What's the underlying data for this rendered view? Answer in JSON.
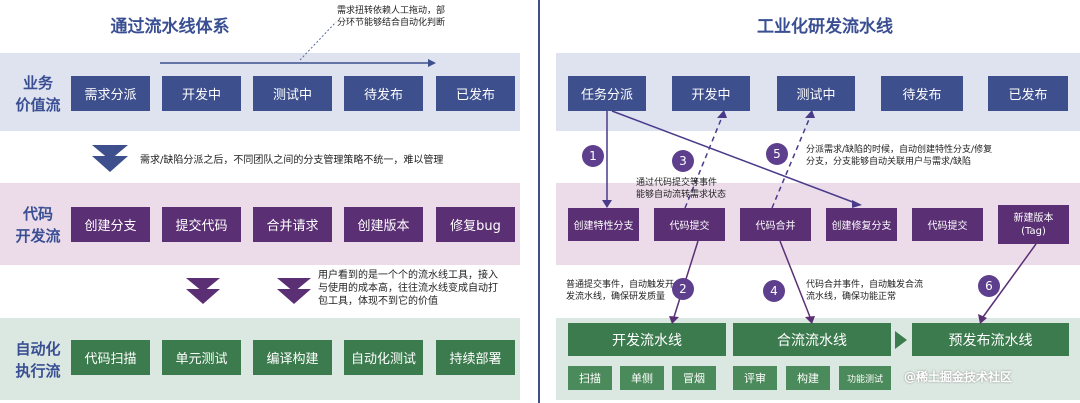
{
  "left": {
    "title": "通过流水线体系",
    "top_note_line1": "需求扭转依赖人工拖动，部",
    "top_note_line2": "分环节能够结合自动化判断",
    "lane_business_1": "业务",
    "lane_business_2": "价值流",
    "business_boxes": [
      "需求分派",
      "开发中",
      "测试中",
      "待发布",
      "已发布"
    ],
    "mid_note": "需求/缺陷分派之后，不同团队之间的分支管理策略不统一，难以管理",
    "lane_code_1": "代码",
    "lane_code_2": "开发流",
    "code_boxes": [
      "创建分支",
      "提交代码",
      "合并请求",
      "创建版本",
      "修复bug"
    ],
    "lower_note_line1": "用户看到的是一个个的流水线工具，接入",
    "lower_note_line2": "与使用的成本高，往往流水线变成自动打",
    "lower_note_line3": "包工具，体现不到它的价值",
    "lane_auto_1": "自动化",
    "lane_auto_2": "执行流",
    "auto_boxes": [
      "代码扫描",
      "单元测试",
      "编译构建",
      "自动化测试",
      "持续部署"
    ]
  },
  "right": {
    "title": "工业化研发流水线",
    "business_boxes": [
      "任务分派",
      "开发中",
      "测试中",
      "待发布",
      "已发布"
    ],
    "code_boxes": [
      "创建特性分支",
      "代码提交",
      "代码合并",
      "创建修复分支",
      "代码提交"
    ],
    "release_box_line1": "新建版本",
    "release_box_line2": "(Tag)",
    "note_3_line1": "通过代码提交等事件",
    "note_3_line2": "能够自动流转需求状态",
    "note_5_line1": "分派需求/缺陷的时候，自动创建特性分支/修复",
    "note_5_line2": "分支，分支能够自动关联用户与需求/缺陷",
    "note_2_line1": "普通提交事件，自动触发开",
    "note_2_line2": "发流水线，确保研发质量",
    "note_4_line1": "代码合并事件，自动触发合流",
    "note_4_line2": "流水线，确保功能正常",
    "circles": [
      "1",
      "2",
      "3",
      "4",
      "5",
      "6"
    ],
    "pipelines": [
      "开发流水线",
      "合流流水线",
      "预发布流水线"
    ],
    "sub_boxes": [
      "扫描",
      "单侧",
      "冒烟",
      "评审",
      "构建",
      "功能测试"
    ],
    "watermark": "@稀土掘金技术社区"
  }
}
